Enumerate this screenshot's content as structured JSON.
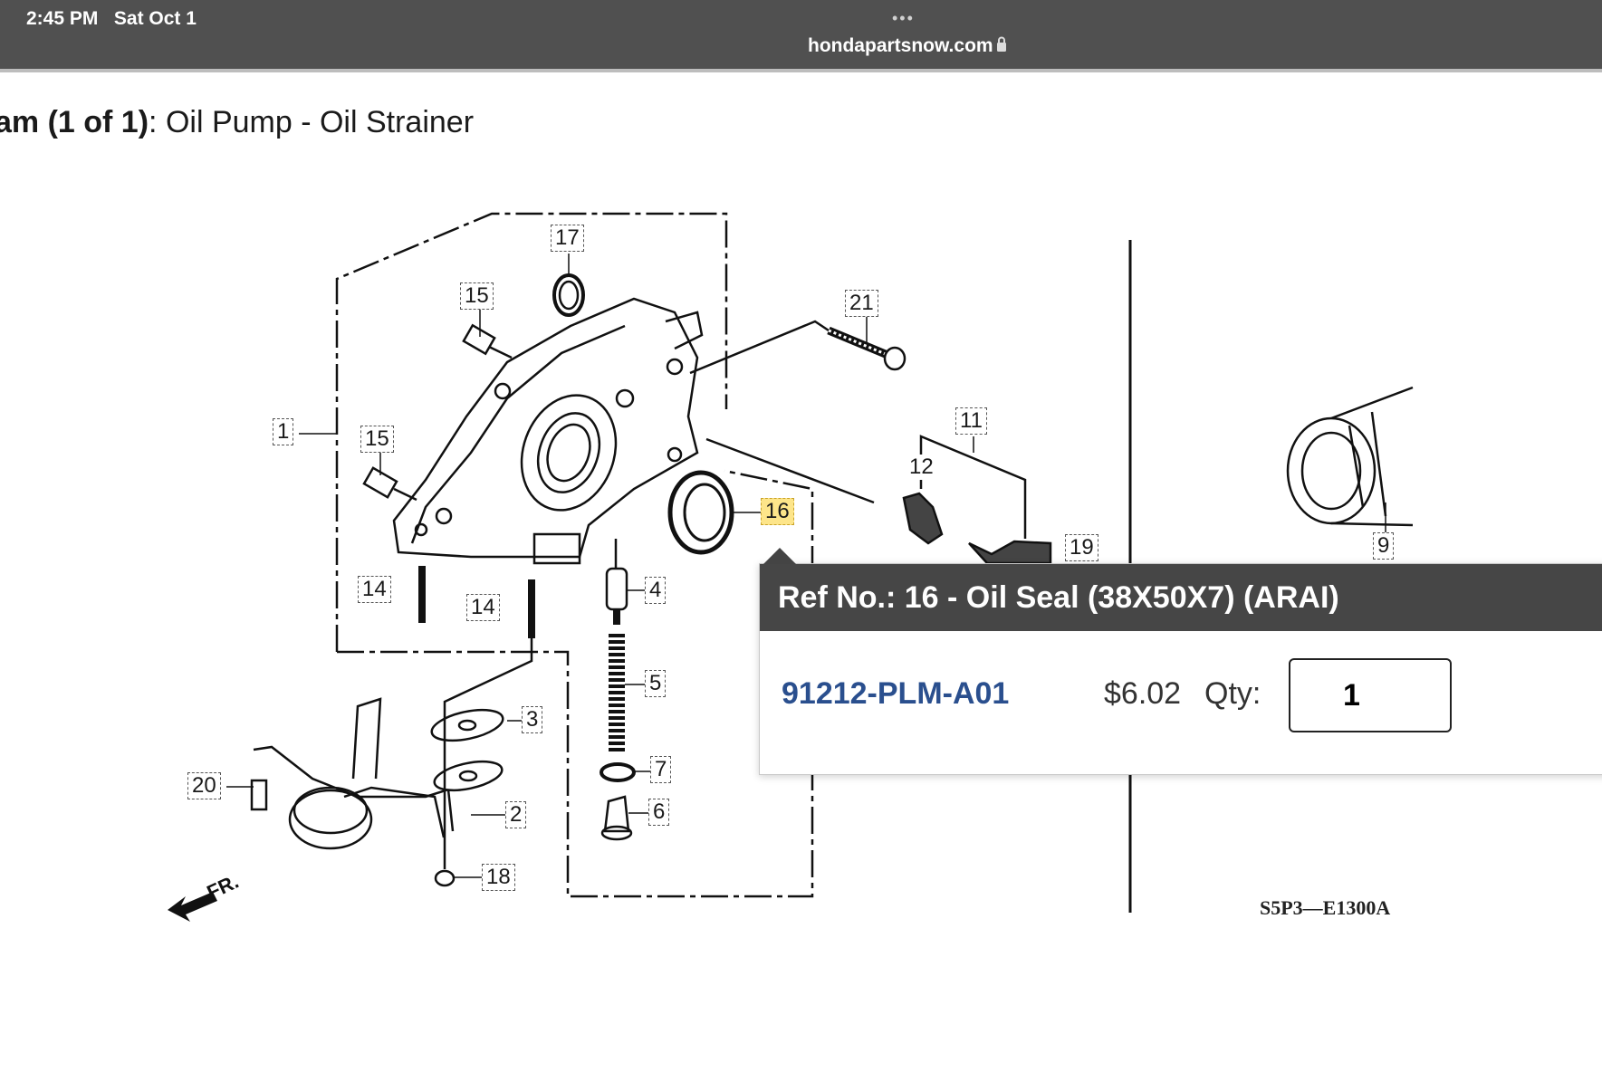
{
  "status": {
    "time": "2:45 PM",
    "date": "Sat Oct 1",
    "dots": "•••",
    "url": "hondapartsnow.com"
  },
  "page": {
    "title_prefix": "am (1 of 1)",
    "title_rest": ": Oil Pump - Oil Strainer",
    "diagram_code": "S5P3—E1300A"
  },
  "diagram": {
    "fr_label": "FR.",
    "callouts": [
      "1",
      "2",
      "3",
      "4",
      "5",
      "6",
      "7",
      "9",
      "11",
      "12",
      "14",
      "14",
      "15",
      "15",
      "16",
      "17",
      "18",
      "19",
      "20",
      "21"
    ]
  },
  "popup": {
    "ref_title": "Ref No.: 16 - Oil Seal (38X50X7) (ARAI)",
    "part_number": "91212-PLM-A01",
    "price": "$6.02",
    "qty_label": "Qty:",
    "qty_value": "1"
  }
}
